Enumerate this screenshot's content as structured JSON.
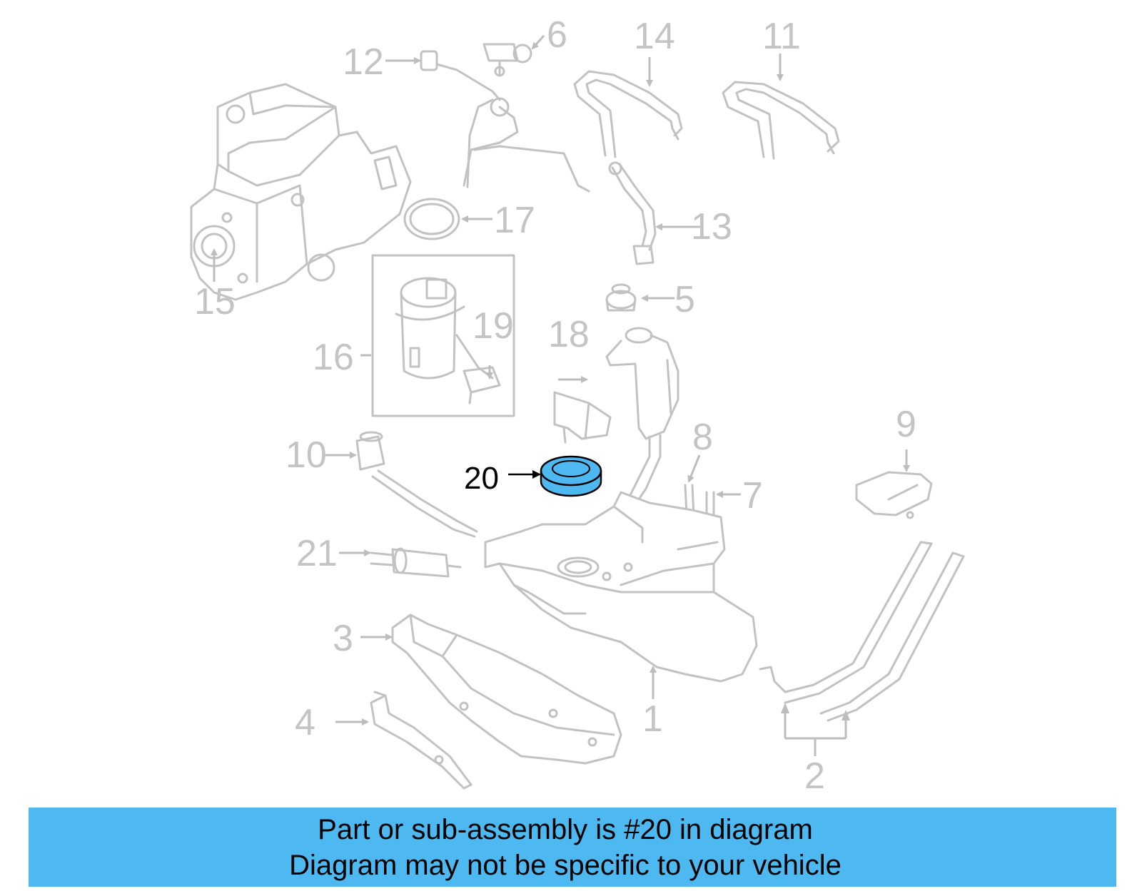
{
  "diagram": {
    "callouts": [
      "1",
      "2",
      "3",
      "4",
      "5",
      "6",
      "7",
      "8",
      "9",
      "10",
      "11",
      "12",
      "13",
      "14",
      "15",
      "16",
      "17",
      "18",
      "19",
      "20",
      "21"
    ],
    "highlight_part": "20",
    "highlight_color": "#4db9f0",
    "line_color": "#c2c2c2"
  },
  "caption": {
    "line1": "Part or sub-assembly is #20 in diagram",
    "line2": "Diagram may not be specific to your vehicle",
    "background": "#4db9f0"
  }
}
